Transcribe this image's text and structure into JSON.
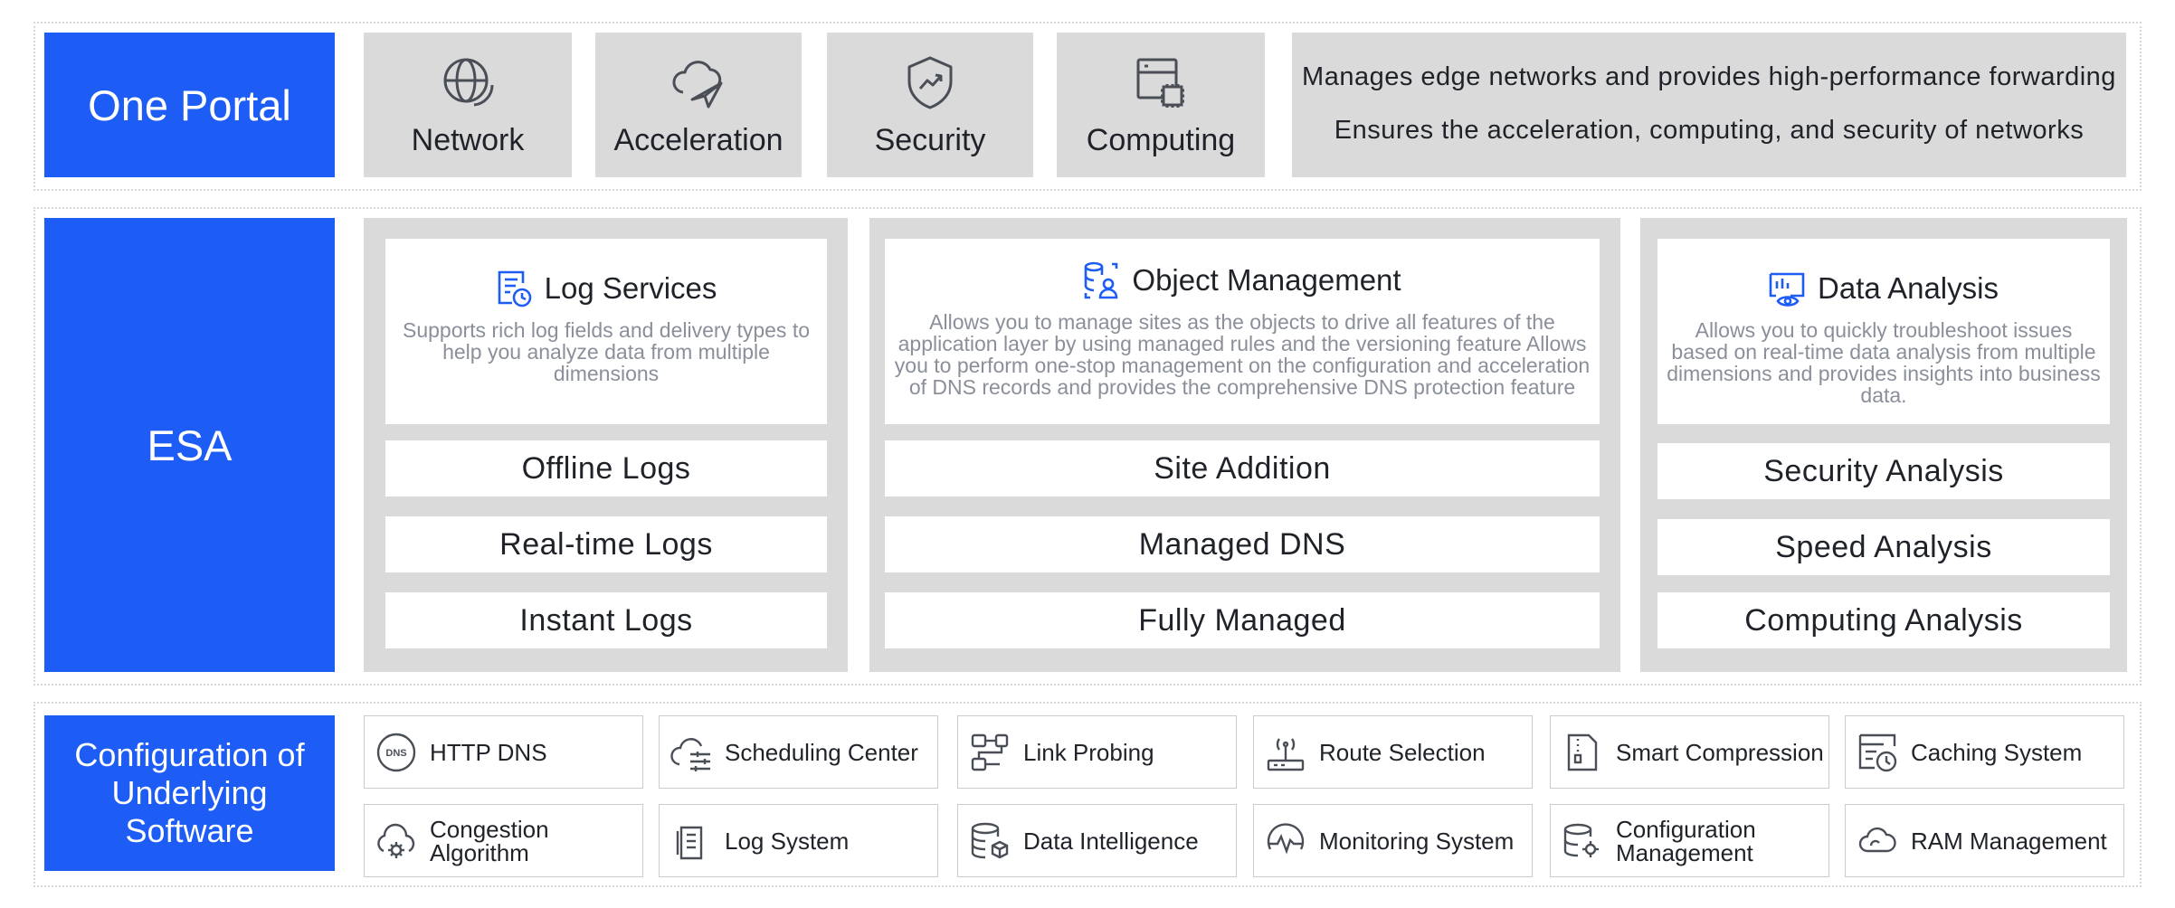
{
  "portal": {
    "title": "One Portal",
    "capabilities": [
      {
        "label": "Network",
        "icon": "globe-icon"
      },
      {
        "label": "Acceleration",
        "icon": "cloud-send-icon"
      },
      {
        "label": "Security",
        "icon": "shield-icon"
      },
      {
        "label": "Computing",
        "icon": "computing-icon"
      }
    ],
    "description": {
      "line1": "Manages edge networks and provides high-performance forwarding",
      "line2": "Ensures the acceleration, computing, and security of networks"
    }
  },
  "esa": {
    "title": "ESA",
    "columns": [
      {
        "title": "Log Services",
        "icon": "log-document-icon",
        "description": "Supports rich log fields and delivery types to help you analyze data from multiple dimensions",
        "items": [
          "Offline Logs",
          "Real-time Logs",
          "Instant Logs"
        ]
      },
      {
        "title": "Object Management",
        "icon": "database-user-icon",
        "description": "Allows you to manage sites as the objects to drive all features of the application layer by using managed rules and the versioning feature Allows you to perform one-stop management on the configuration and acceleration of DNS records and provides the comprehensive DNS protection feature",
        "items": [
          "Site Addition",
          "Managed DNS",
          "Fully Managed"
        ]
      },
      {
        "title": "Data Analysis",
        "icon": "monitor-eye-icon",
        "description": "Allows you to quickly troubleshoot issues based on real-time data analysis from multiple dimensions and provides insights into business data.",
        "items": [
          "Security Analysis",
          "Speed Analysis",
          "Computing Analysis"
        ]
      }
    ]
  },
  "software": {
    "title": "Configuration of Underlying Software",
    "items": [
      {
        "label": "HTTP DNS",
        "icon": "dns-icon"
      },
      {
        "label": "Scheduling Center",
        "icon": "cloud-settings-icon"
      },
      {
        "label": "Link Probing",
        "icon": "link-probe-icon"
      },
      {
        "label": "Route Selection",
        "icon": "router-icon"
      },
      {
        "label": "Smart Compression",
        "icon": "compressed-file-icon"
      },
      {
        "label": "Caching System",
        "icon": "cache-clock-icon"
      },
      {
        "label": "Congestion Algorithm",
        "icon": "cloud-gear-icon"
      },
      {
        "label": "Log System",
        "icon": "log-file-icon"
      },
      {
        "label": "Data Intelligence",
        "icon": "database-cube-icon"
      },
      {
        "label": "Monitoring System",
        "icon": "heartbeat-icon"
      },
      {
        "label": "Configuration Management",
        "icon": "database-gear-icon"
      },
      {
        "label": "RAM Management",
        "icon": "cloud-icon"
      }
    ]
  }
}
